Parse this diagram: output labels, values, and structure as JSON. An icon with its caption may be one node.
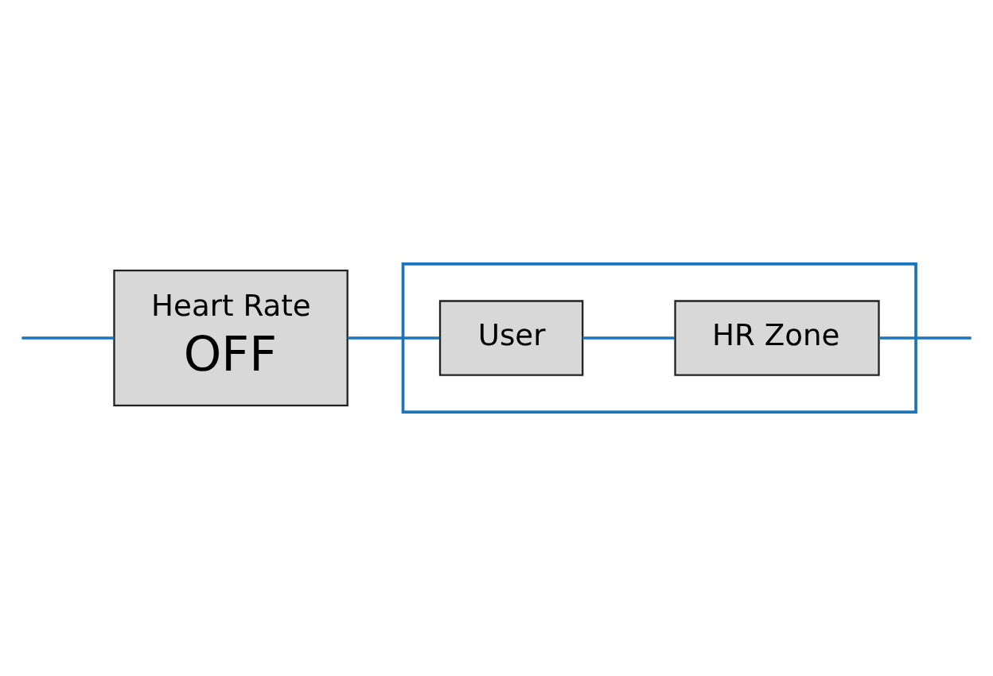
{
  "diagram": {
    "nodes": [
      {
        "text": [
          "Heart Rate",
          "OFF"
        ]
      },
      {
        "text": [],
        "shape": "box"
      },
      {
        "text": [
          "User"
        ],
        "in": 1
      },
      {
        "text": [
          "HR Zone"
        ],
        "in": 1
      }
    ],
    "edges": [
      {
        "from": null,
        "to": 0,
        "arrow": "none",
        "color": "#1a75bc"
      },
      {
        "from": 0,
        "to": 2,
        "arrow": "none",
        "color": "#1a75bc"
      },
      {
        "from": 2,
        "to": 3,
        "arrow": "none",
        "color": "#1a75bc"
      },
      {
        "from": 3,
        "to": null,
        "arrow": "none",
        "color": "#1a75bc"
      }
    ]
  }
}
